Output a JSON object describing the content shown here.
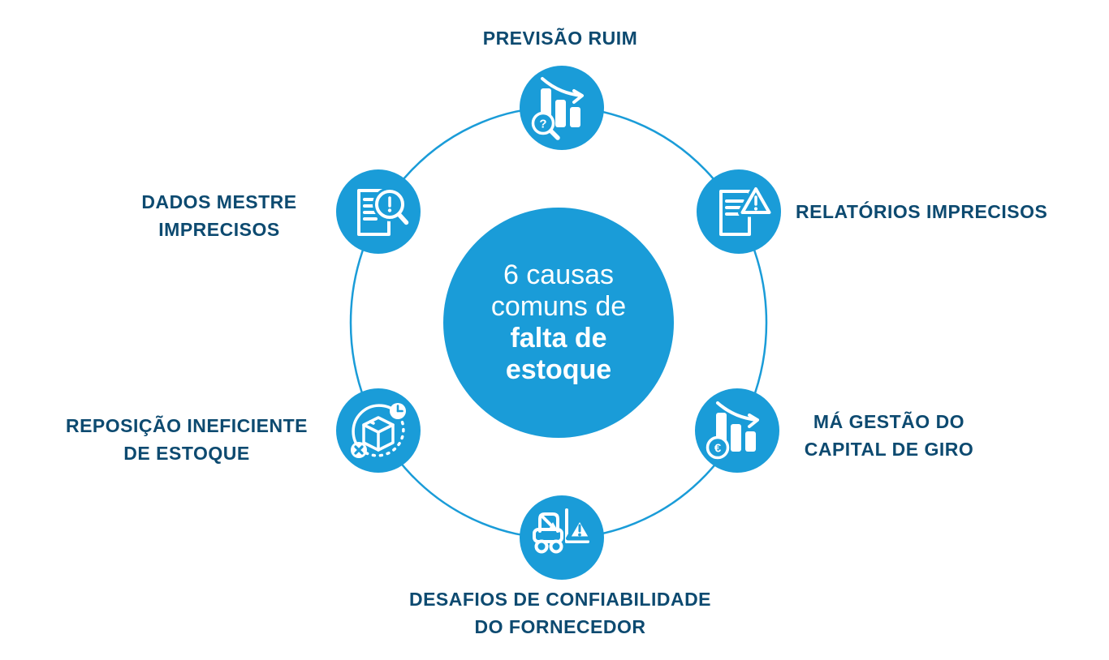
{
  "center": {
    "line1": "6 causas",
    "line2": "comuns de",
    "line3": "falta de",
    "line4": "estoque"
  },
  "nodes": [
    {
      "label": "PREVISÃO RUIM",
      "icon": "declining-bar-chart-magnifier-question-icon"
    },
    {
      "label": "RELATÓRIOS IMPRECISOS",
      "icon": "document-warning-triangle-icon"
    },
    {
      "label": "MÁ GESTÃO DO\nCAPITAL DE GIRO",
      "icon": "declining-bar-chart-euro-icon"
    },
    {
      "label": "DESAFIOS DE CONFIABILIDADE\nDO FORNECEDOR",
      "icon": "forklift-warning-icon"
    },
    {
      "label": "REPOSIÇÃO INEFICIENTE\nDE ESTOQUE",
      "icon": "box-replenishment-delay-icon"
    },
    {
      "label": "DADOS MESTRE\nIMPRECISOS",
      "icon": "document-magnifier-alert-icon"
    }
  ],
  "colors": {
    "primary_blue": "#1a9cd8",
    "label_navy": "#0d4a70",
    "icon_white": "#ffffff"
  }
}
